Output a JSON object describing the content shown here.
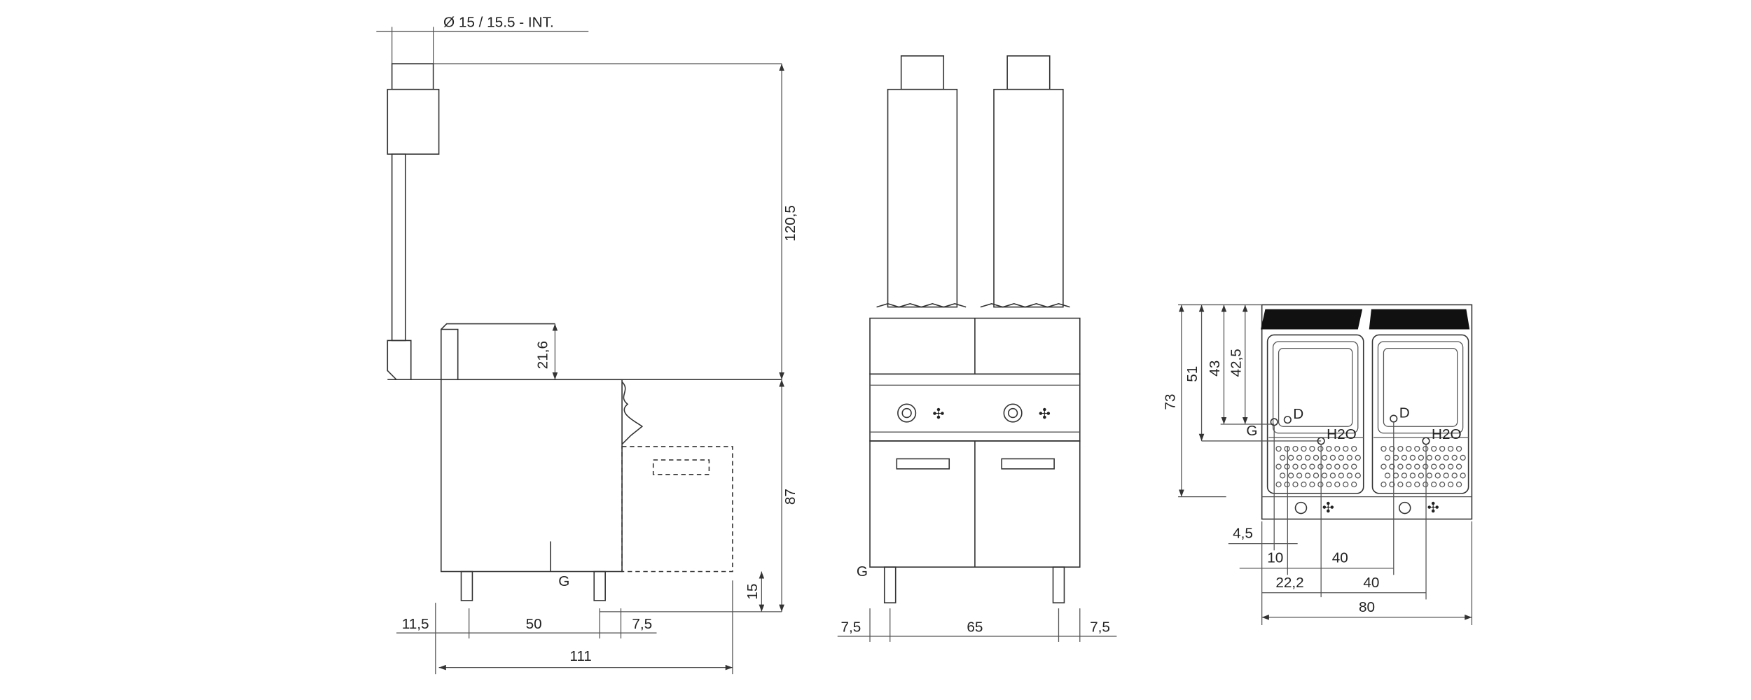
{
  "title": "Double gas fryer dimensional drawing",
  "side_view": {
    "flue_label": "Ø 15 / 15.5 - INT.",
    "height_total": "120,5",
    "height_well": "21,6",
    "height_body": "87",
    "leg_height": "15",
    "gas_label": "G",
    "dim_left": "11,5",
    "dim_legs": "50",
    "dim_right": "7,5",
    "depth_total": "111"
  },
  "front_view": {
    "gas_label": "G",
    "dim_left": "7,5",
    "dim_legs": "65",
    "dim_right": "7,5"
  },
  "top_view": {
    "dim_73": "73",
    "dim_51": "51",
    "dim_43": "43",
    "dim_42_5": "42,5",
    "gas_label": "G",
    "drain_label_left": "D",
    "drain_label_right": "D",
    "water_label_left": "H2O",
    "water_label_right": "H2O",
    "dim_4_5": "4,5",
    "dim_10": "10",
    "dim_40a": "40",
    "dim_22_2": "22,2",
    "dim_40b": "40",
    "width_total": "80"
  }
}
